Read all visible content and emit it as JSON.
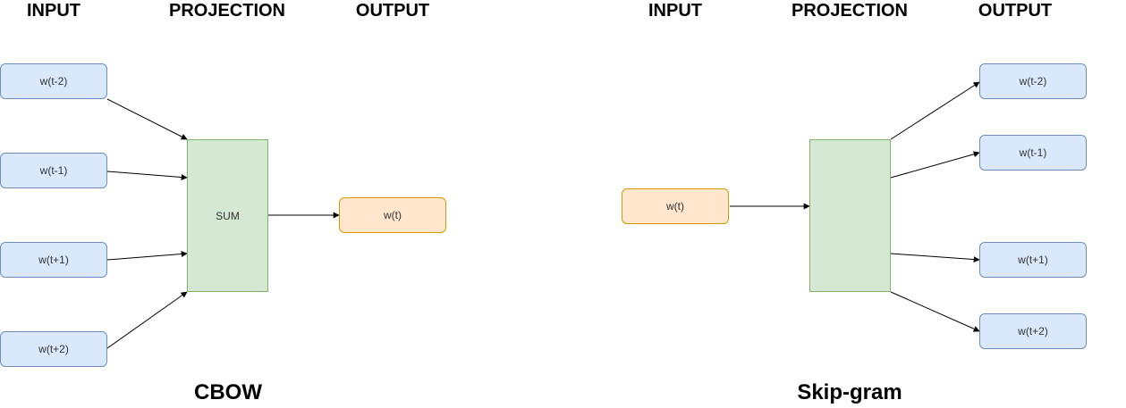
{
  "headers": {
    "cbow_input": "INPUT",
    "cbow_projection": "PROJECTION",
    "cbow_output": "OUTPUT",
    "skip_input": "INPUT",
    "skip_projection": "PROJECTION",
    "skip_output": "OUTPUT"
  },
  "cbow": {
    "caption": "CBOW",
    "inputs": [
      "w(t-2)",
      "w(t-1)",
      "w(t+1)",
      "w(t+2)"
    ],
    "projection_label": "SUM",
    "output": "w(t)"
  },
  "skipgram": {
    "caption": "Skip-gram",
    "input": "w(t)",
    "outputs": [
      "w(t-2)",
      "w(t-1)",
      "w(t+1)",
      "w(t+2)"
    ]
  },
  "colors": {
    "word_fill": "#dae8fc",
    "word_stroke": "#6c8ebf",
    "target_fill": "#ffe6cc",
    "target_stroke": "#d79b00",
    "projection_fill": "#d5e8d4",
    "projection_stroke": "#82b366",
    "edge": "#000000"
  }
}
